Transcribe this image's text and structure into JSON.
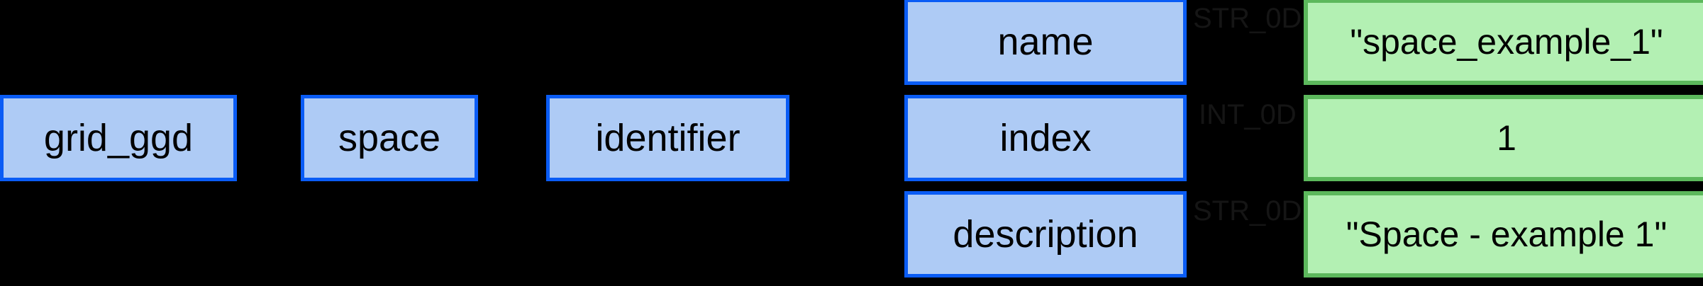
{
  "diagram": {
    "type": "graph",
    "background_color": "#000000",
    "node_blue_fill": "#aecbf5",
    "node_blue_border": "#0a5cf5",
    "node_green_fill": "#b3f0b3",
    "node_green_border": "#5cb85c",
    "edge_label_color": "#151515"
  },
  "nodes": {
    "path": [
      {
        "id": "grid_ggd",
        "label": "grid_ggd"
      },
      {
        "id": "space",
        "label": "space"
      },
      {
        "id": "identifier",
        "label": "identifier"
      }
    ],
    "fields": [
      {
        "id": "name",
        "label": "name"
      },
      {
        "id": "index",
        "label": "index"
      },
      {
        "id": "description",
        "label": "description"
      }
    ],
    "values": [
      {
        "id": "val-name",
        "label": "\"space_example_1\""
      },
      {
        "id": "val-index",
        "label": "1"
      },
      {
        "id": "val-description",
        "label": "\"Space - example 1\""
      }
    ]
  },
  "edge_labels": {
    "name": "STR_0D",
    "index": "INT_0D",
    "description": "STR_0D"
  }
}
